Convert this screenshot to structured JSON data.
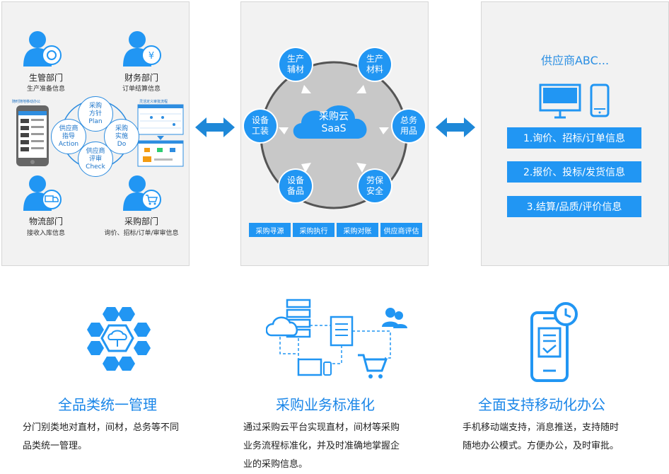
{
  "left_panel": {
    "depts": [
      {
        "name": "生管部门",
        "desc": "生产准备信息",
        "icon": "user-gear-icon"
      },
      {
        "name": "财务部门",
        "desc": "订单结算信息",
        "icon": "user-yen-icon"
      },
      {
        "name": "物流部门",
        "desc": "接收入库信息",
        "icon": "user-truck-icon"
      },
      {
        "name": "采购部门",
        "desc": "询价、招标/订单/审审信息",
        "icon": "user-cart-icon"
      }
    ],
    "cycle": [
      {
        "line1": "采购",
        "line2": "方针",
        "line3": "Plan"
      },
      {
        "line1": "采购",
        "line2": "实施",
        "line3": "Do"
      },
      {
        "line1": "供应商",
        "line2": "评审",
        "line3": "Check"
      },
      {
        "line1": "供应商",
        "line2": "指导",
        "line3": "Action"
      }
    ],
    "phone_caption": "随时随地移动办公",
    "screen_caption": "灵活定义审批流程"
  },
  "middle_panel": {
    "center_line1": "采购云",
    "center_line2": "SaaS",
    "nodes": [
      {
        "line1": "生产",
        "line2": "辅材"
      },
      {
        "line1": "生产",
        "line2": "材料"
      },
      {
        "line1": "总务",
        "line2": "用品"
      },
      {
        "line1": "劳保",
        "line2": "安全"
      },
      {
        "line1": "设备",
        "line2": "备品"
      },
      {
        "line1": "设备",
        "line2": "工装"
      }
    ],
    "buttons": [
      "采购寻源",
      "采购执行",
      "采购对账",
      "供应商评估"
    ]
  },
  "right_panel": {
    "title": "供应商ABC...",
    "bars": [
      "1.询价、招标/订单信息",
      "2.报价、投标/发货信息",
      "3.结算/品质/评价信息"
    ]
  },
  "features": [
    {
      "title": "全品类统一管理",
      "desc_lines": [
        "分门别类地对直材，间材，总务等不同",
        "品类统一管理。"
      ]
    },
    {
      "title": "采购业务标准化",
      "desc_lines": [
        "通过采购云平台实现直材，间材等采购",
        "业务流程标准化，并及时准确地掌握企",
        "业的采购信息。"
      ]
    },
    {
      "title": "全面支持移动化办公",
      "desc_lines": [
        "手机移动端支持，消息推送，支持随时",
        "随地办公模式。方便办公，及时审批。"
      ]
    }
  ],
  "colors": {
    "accent": "#2196f3",
    "accent_dark": "#1a73c9",
    "panel_bg": "#f2f2f2",
    "circle_bg": "#c8c8c8"
  }
}
